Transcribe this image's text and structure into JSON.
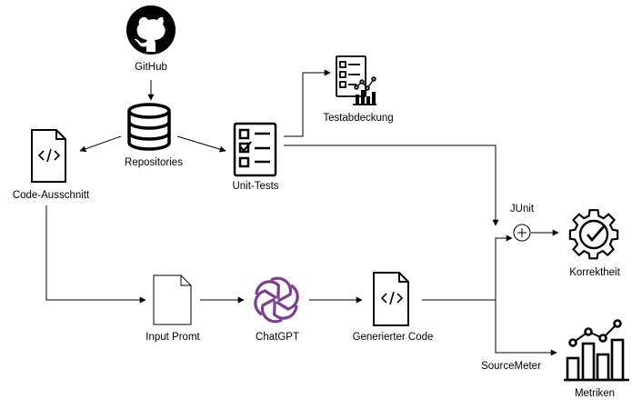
{
  "diagram": {
    "nodes": {
      "github": {
        "label": "GitHub",
        "icon": "github-icon"
      },
      "repositories": {
        "label": "Repositories",
        "icon": "database-icon"
      },
      "code_snippet": {
        "label": "Code-Ausschnitt",
        "icon": "code-file-icon"
      },
      "unit_tests": {
        "label": "Unit-Tests",
        "icon": "checklist-icon"
      },
      "test_coverage": {
        "label": "Testabdeckung",
        "icon": "checklist-chart-icon"
      },
      "input_prompt": {
        "label": "Input Promt",
        "icon": "blank-document-icon"
      },
      "chatgpt": {
        "label": "ChatGPT",
        "icon": "openai-logo-icon"
      },
      "generated_code": {
        "label": "Generierter Code",
        "icon": "code-file-icon"
      },
      "junit": {
        "label": "JUnit",
        "icon": "plus-circle-icon"
      },
      "correctness": {
        "label": "Korrektheit",
        "icon": "gear-check-icon"
      },
      "sourcemeter": {
        "label": "SourceMeter"
      },
      "metrics": {
        "label": "Metriken",
        "icon": "bar-chart-icon"
      }
    },
    "edges": [
      {
        "from": "GitHub",
        "to": "Repositories"
      },
      {
        "from": "Repositories",
        "to": "Code-Ausschnitt"
      },
      {
        "from": "Repositories",
        "to": "Unit-Tests"
      },
      {
        "from": "Unit-Tests",
        "to": "Testabdeckung"
      },
      {
        "from": "Unit-Tests",
        "to": "JUnit"
      },
      {
        "from": "Code-Ausschnitt",
        "to": "Input Promt"
      },
      {
        "from": "Input Promt",
        "to": "ChatGPT"
      },
      {
        "from": "ChatGPT",
        "to": "Generierter Code"
      },
      {
        "from": "Generierter Code",
        "to": "JUnit"
      },
      {
        "from": "JUnit",
        "to": "Korrektheit"
      },
      {
        "from": "Generierter Code",
        "to": "Metriken",
        "label": "SourceMeter"
      }
    ]
  }
}
